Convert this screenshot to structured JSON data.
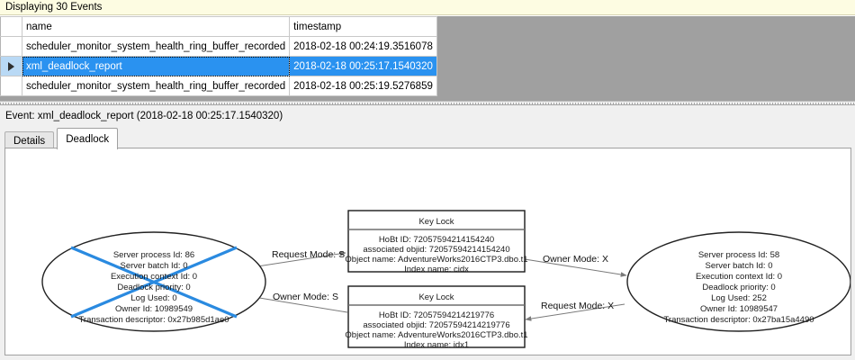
{
  "status": {
    "text": "Displaying 30 Events"
  },
  "grid": {
    "columns": [
      "",
      "name",
      "timestamp"
    ],
    "rows": [
      {
        "selector": "",
        "name": "scheduler_monitor_system_health_ring_buffer_recorded",
        "timestamp": "2018-02-18 00:24:19.3516078",
        "selected": false
      },
      {
        "selector": "▶",
        "name": "xml_deadlock_report",
        "timestamp": "2018-02-18 00:25:17.1540320",
        "selected": true
      },
      {
        "selector": "",
        "name": "scheduler_monitor_system_health_ring_buffer_recorded",
        "timestamp": "2018-02-18 00:25:19.5276859",
        "selected": false
      }
    ]
  },
  "detail": {
    "event_title": "Event: xml_deadlock_report (2018-02-18 00:25:17.1540320)",
    "tabs": [
      {
        "label": "Details",
        "active": false
      },
      {
        "label": "Deadlock",
        "active": true
      }
    ]
  },
  "deadlock": {
    "victim_marker_color": "#2a8ae0",
    "node_stroke": "#222222",
    "edge_color": "#7a7a7a",
    "processes": [
      {
        "id": "process-left",
        "victim": true,
        "lines": [
          "Server process Id: 86",
          "Server batch Id: 0",
          "Execution context Id: 0",
          "Deadlock priority: 0",
          "Log Used: 0",
          "Owner Id: 10989549",
          "Transaction descriptor: 0x27b985d1ae0"
        ]
      },
      {
        "id": "process-right",
        "victim": false,
        "lines": [
          "Server process Id: 58",
          "Server batch Id: 0",
          "Execution context Id: 0",
          "Deadlock priority: 0",
          "Log Used: 252",
          "Owner Id: 10989547",
          "Transaction descriptor: 0x27ba15a4490"
        ]
      }
    ],
    "resources": [
      {
        "id": "resource-top",
        "title": "Key Lock",
        "lines": [
          "HoBt ID: 72057594214154240",
          "associated objid: 72057594214154240",
          "Object name: AdventureWorks2016CTP3.dbo.t1",
          "Index name: cidx"
        ]
      },
      {
        "id": "resource-bottom",
        "title": "Key Lock",
        "lines": [
          "HoBt ID: 72057594214219776",
          "associated objid: 72057594214219776",
          "Object name: AdventureWorks2016CTP3.dbo.t1",
          "Index name: idx1"
        ]
      }
    ],
    "edges": [
      {
        "id": "edge-left-request",
        "label": "Request Mode: S",
        "from": "process-left",
        "to": "resource-top"
      },
      {
        "id": "edge-top-owner",
        "label": "Owner Mode: X",
        "from": "resource-top",
        "to": "process-right"
      },
      {
        "id": "edge-bottom-owner",
        "label": "Owner Mode: S",
        "from": "resource-bottom",
        "to": "process-left"
      },
      {
        "id": "edge-right-request",
        "label": "Request Mode: X",
        "from": "process-right",
        "to": "resource-bottom"
      }
    ]
  }
}
